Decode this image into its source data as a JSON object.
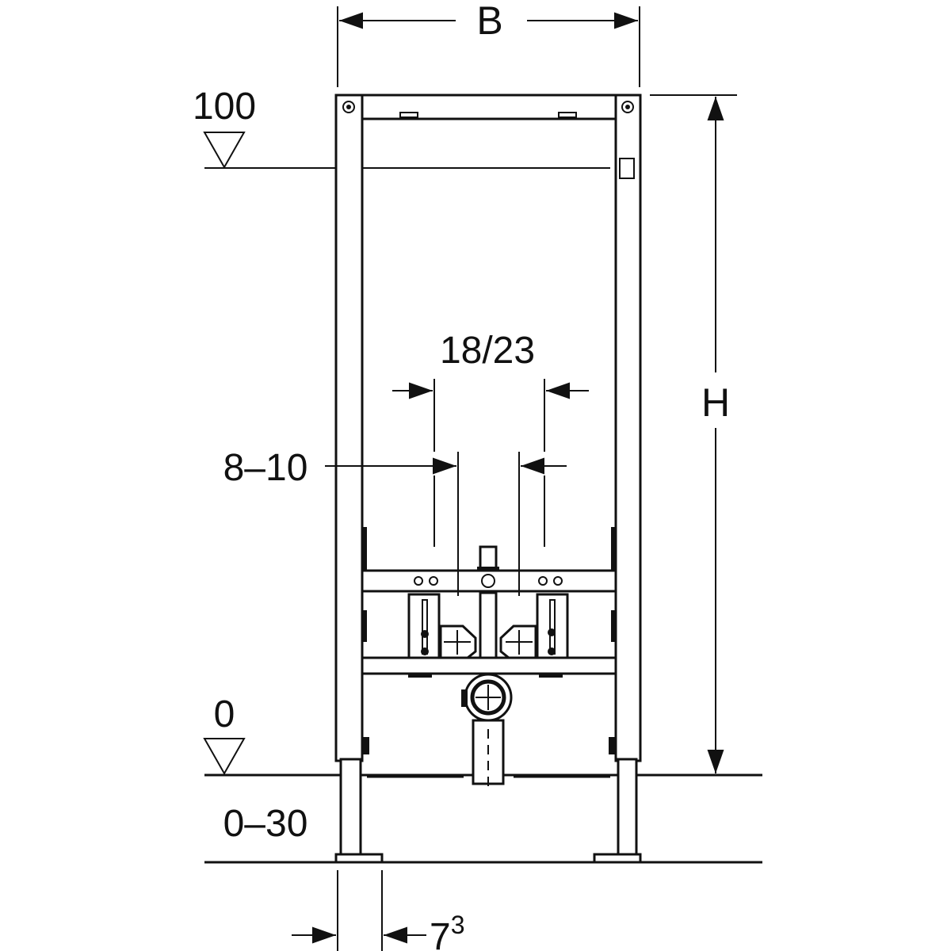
{
  "dimensions": {
    "width_label": "B",
    "height_label": "H",
    "level_top": "100",
    "level_floor": "0",
    "pipe_spacing": "18/23",
    "pipe_offset": "8–10",
    "foot_adjust": "0–30",
    "foot_width": "7",
    "foot_width_superscript": "3"
  },
  "colors": {
    "line": "#111111",
    "background": "#ffffff"
  }
}
